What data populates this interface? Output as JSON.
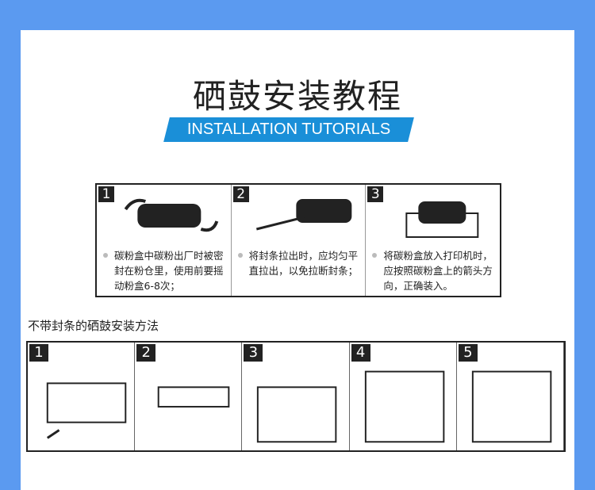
{
  "header": {
    "title": "硒鼓安装教程",
    "subtitle": "INSTALLATION TUTORIALS"
  },
  "sealed_steps": [
    {
      "num": "1",
      "text": "碳粉盒中碳粉出厂时被密封在粉仓里，使用前要摇动粉盒6-8次；"
    },
    {
      "num": "2",
      "text": "将封条拉出时，应均匀平直拉出，以免拉断封条；"
    },
    {
      "num": "3",
      "text": "将碳粉盒放入打印机时，应按照碳粉盒上的箭头方向，正确装入。"
    }
  ],
  "unsealed": {
    "heading": "不带封条的硒鼓安装方法",
    "steps": [
      {
        "num": "1"
      },
      {
        "num": "2"
      },
      {
        "num": "3"
      },
      {
        "num": "4"
      },
      {
        "num": "5"
      }
    ]
  },
  "colors": {
    "background": "#5b9af0",
    "banner": "#1a8fd8"
  }
}
